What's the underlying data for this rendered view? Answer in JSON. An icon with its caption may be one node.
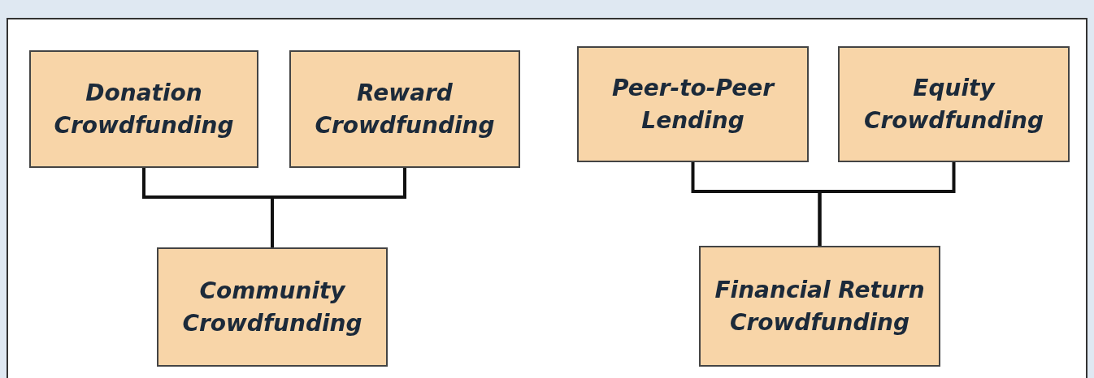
{
  "diagram": {
    "nodes": [
      {
        "text": [
          "Donation Crowdfunding"
        ]
      },
      {
        "text": [
          "Reward Crowdfunding"
        ]
      },
      {
        "text": [
          "Community Crowdfunding"
        ]
      },
      {
        "text": [
          "Peer-to-Peer Lending"
        ]
      },
      {
        "text": [
          "Equity Crowdfunding"
        ]
      },
      {
        "text": [
          "Financial Return Crowdfunding"
        ]
      }
    ],
    "edges": [
      {
        "from": 0,
        "to": 2,
        "arrow": "none"
      },
      {
        "from": 1,
        "to": 2,
        "arrow": "none"
      },
      {
        "from": 3,
        "to": 5,
        "arrow": "none"
      },
      {
        "from": 4,
        "to": 5,
        "arrow": "none"
      }
    ]
  }
}
